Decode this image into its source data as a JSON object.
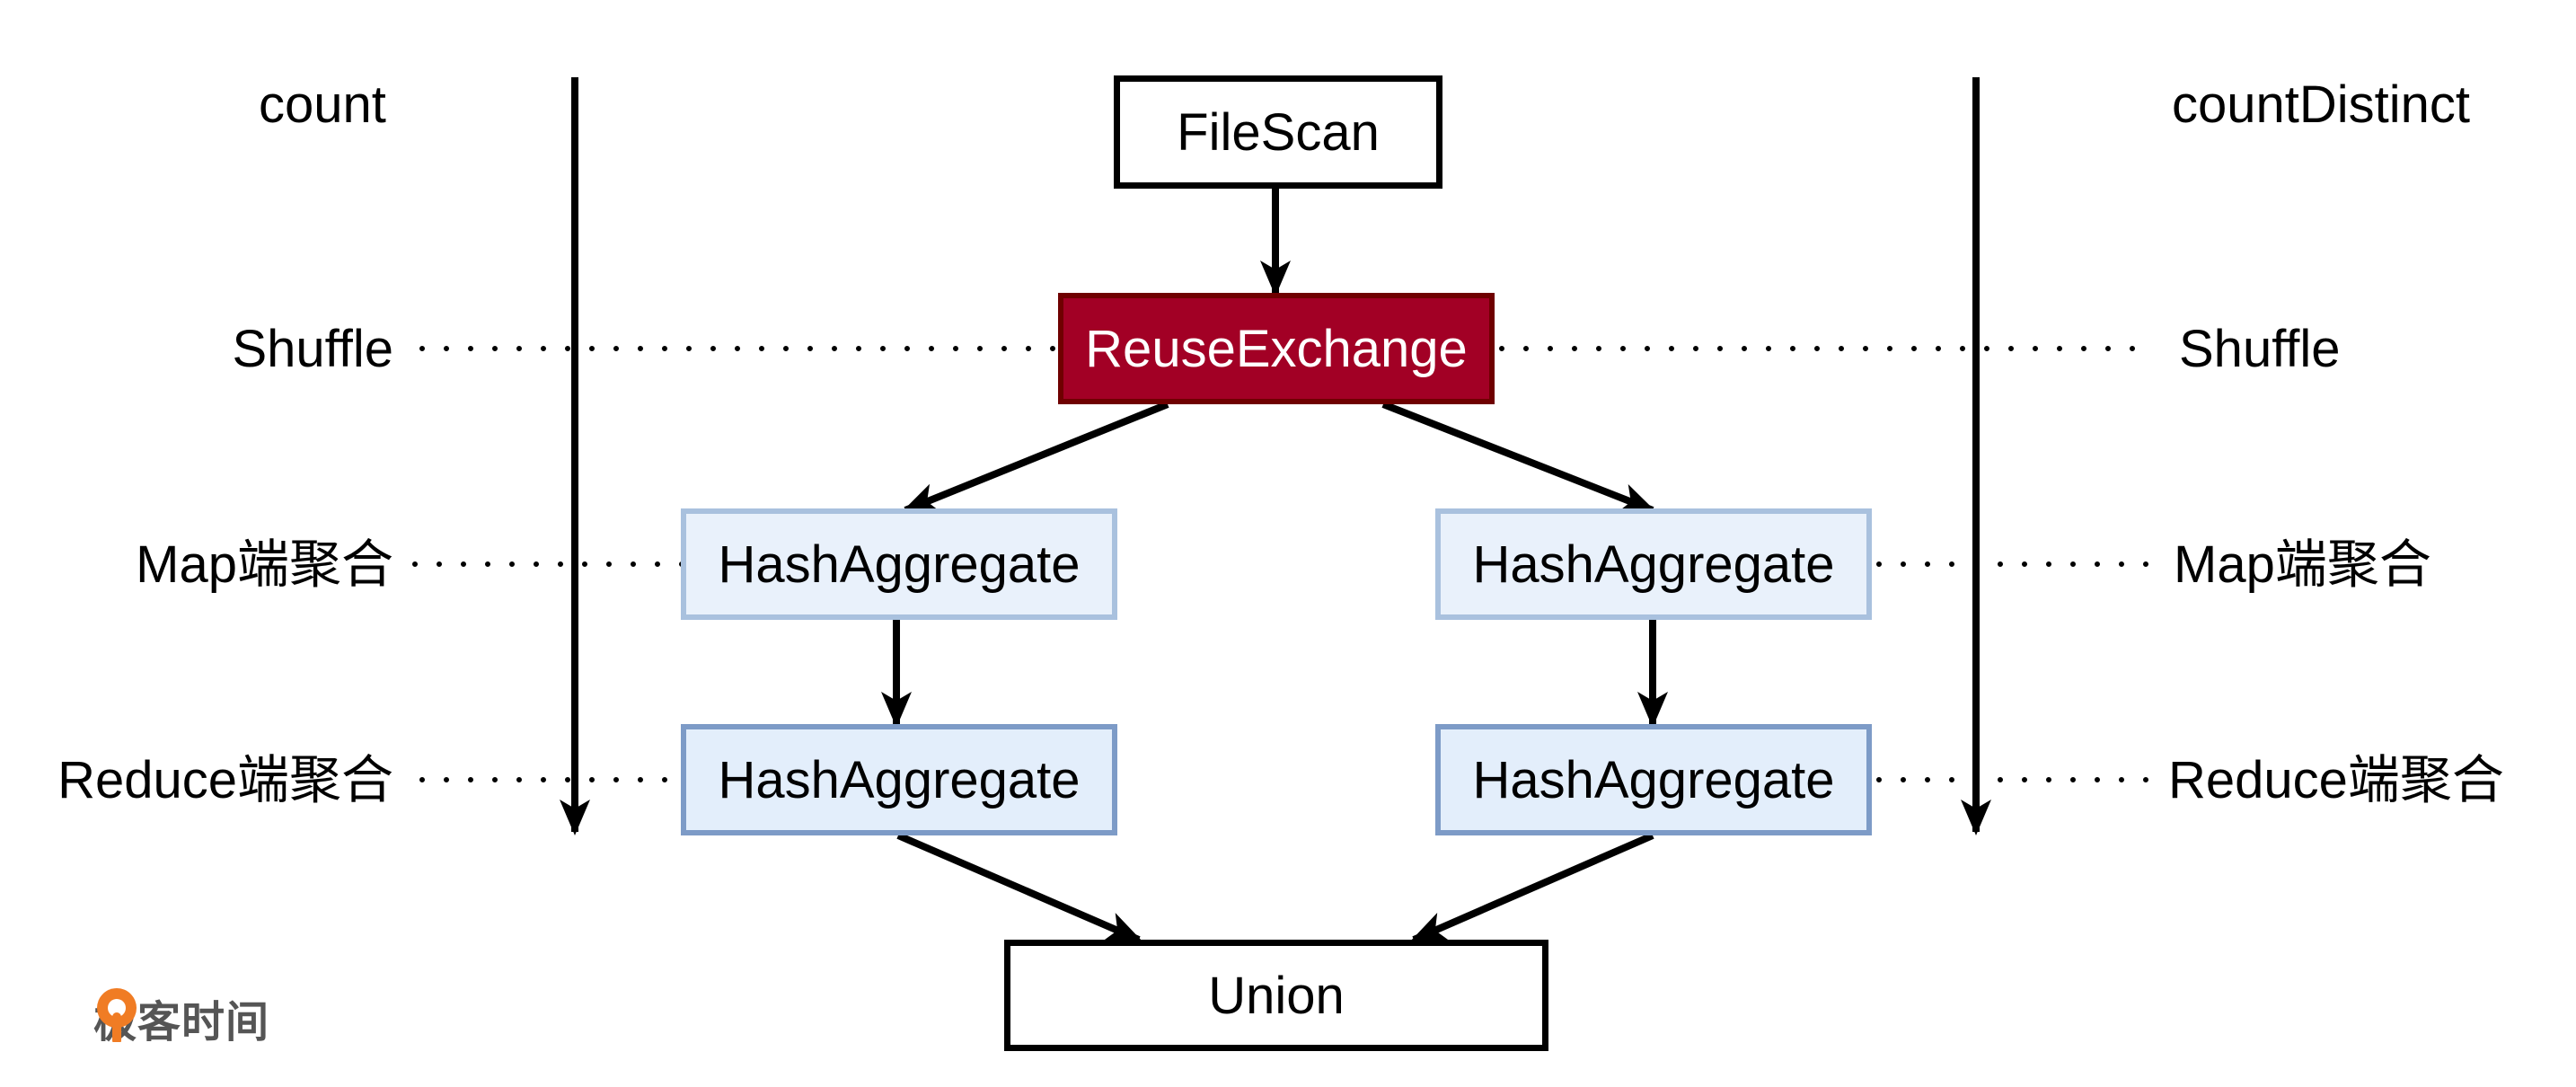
{
  "colors": {
    "line": "#000000",
    "reuse_fill": "#a20025",
    "reuse_border": "#6f0000",
    "hash_fill": "#e9f1fb",
    "hash_border_light": "#a9c1de",
    "hash_border_dark": "#7d9bc7",
    "brand_orange": "#f07c24",
    "brand_text": "#555555"
  },
  "columns": {
    "left": "count",
    "right": "countDistinct"
  },
  "stages": {
    "shuffle": "Shuffle",
    "map": "Map端聚合",
    "reduce": "Reduce端聚合"
  },
  "nodes": {
    "filescan": "FileScan",
    "reuse_exchange": "ReuseExchange",
    "hash_map_left": "HashAggregate",
    "hash_map_right": "HashAggregate",
    "hash_reduce_left": "HashAggregate",
    "hash_reduce_right": "HashAggregate",
    "union": "Union"
  },
  "brand": {
    "icon": "geektime-logo-icon",
    "name": "极客时间"
  }
}
